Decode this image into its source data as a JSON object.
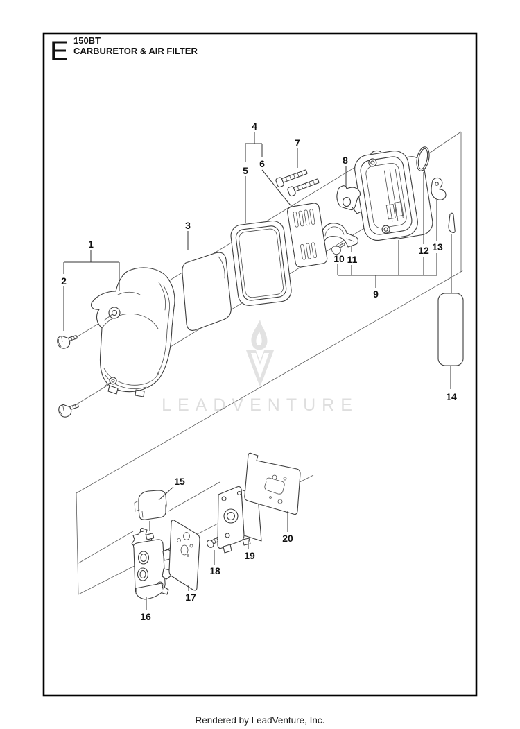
{
  "header": {
    "section_letter": "E",
    "model": "150BT",
    "title": "CARBURETOR & AIR FILTER"
  },
  "footer": {
    "text": "Rendered by LeadVenture, Inc."
  },
  "watermark": {
    "text": "LEADVENTURE",
    "logo": "flame-v-logo"
  },
  "colors": {
    "line": "#3c3c3c",
    "watermark_gray": "#e2e2e2",
    "text": "#111111"
  },
  "diagram": {
    "type": "exploded-parts-diagram",
    "callouts": [
      {
        "label": "1"
      },
      {
        "label": "2"
      },
      {
        "label": "3"
      },
      {
        "label": "4"
      },
      {
        "label": "5"
      },
      {
        "label": "6"
      },
      {
        "label": "7"
      },
      {
        "label": "8"
      },
      {
        "label": "9"
      },
      {
        "label": "10"
      },
      {
        "label": "11"
      },
      {
        "label": "12"
      },
      {
        "label": "13"
      },
      {
        "label": "14"
      },
      {
        "label": "15"
      },
      {
        "label": "16"
      },
      {
        "label": "17"
      },
      {
        "label": "18"
      },
      {
        "label": "19"
      },
      {
        "label": "20"
      }
    ]
  }
}
